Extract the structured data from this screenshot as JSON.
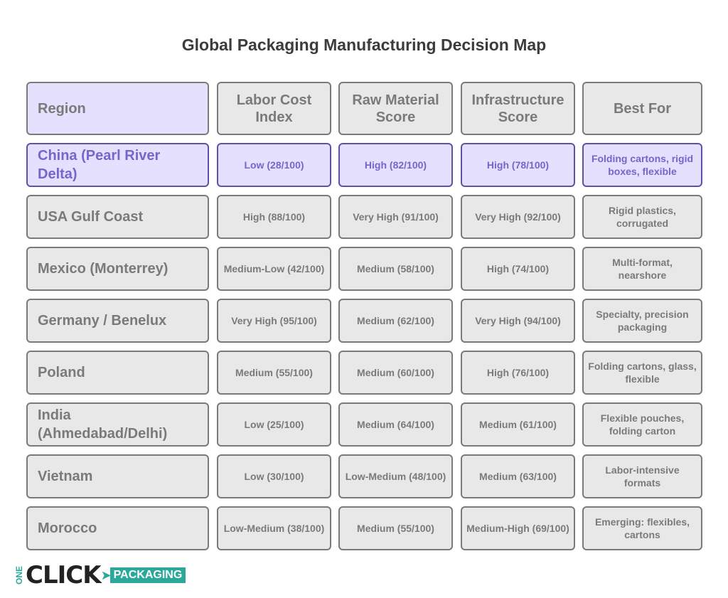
{
  "title": "Global Packaging Manufacturing Decision Map",
  "headers": [
    "Region",
    "Labor Cost Index",
    "Raw Material Score",
    "Infrastructure Score",
    "Best For"
  ],
  "rows": [
    {
      "cells": [
        "China (Pearl River Delta)",
        "Low (28/100)",
        "High (82/100)",
        "High (78/100)",
        "Folding cartons, rigid boxes, flexible"
      ],
      "highlighted": true
    },
    {
      "cells": [
        "USA Gulf Coast",
        "High (88/100)",
        "Very High (91/100)",
        "Very High (92/100)",
        "Rigid plastics, corrugated"
      ]
    },
    {
      "cells": [
        "Mexico (Monterrey)",
        "Medium-Low (42/100)",
        "Medium (58/100)",
        "High (74/100)",
        "Multi-format, nearshore"
      ]
    },
    {
      "cells": [
        "Germany / Benelux",
        "Very High (95/100)",
        "Medium (62/100)",
        "Very High (94/100)",
        "Specialty, precision packaging"
      ]
    },
    {
      "cells": [
        "Poland",
        "Medium (55/100)",
        "Medium (60/100)",
        "High (76/100)",
        "Folding cartons, glass, flexible"
      ]
    },
    {
      "cells": [
        "India (Ahmedabad/Delhi)",
        "Low (25/100)",
        "Medium (64/100)",
        "Medium (61/100)",
        "Flexible pouches, folding carton"
      ]
    },
    {
      "cells": [
        "Vietnam",
        "Low (30/100)",
        "Low-Medium (48/100)",
        "Medium (63/100)",
        "Labor-intensive formats"
      ]
    },
    {
      "cells": [
        "Morocco",
        "Low-Medium (38/100)",
        "Medium (55/100)",
        "Medium-High (69/100)",
        "Emerging: flexibles, cartons"
      ]
    }
  ],
  "colors": {
    "highlight_fill": "#e4e0fd",
    "highlight_text": "#7466cc",
    "cell_fill": "#e8e8e8",
    "brand": "#2aa89a"
  },
  "logo": {
    "one": "ONE",
    "click": "CLICK",
    "packaging": "PACKAGING"
  }
}
